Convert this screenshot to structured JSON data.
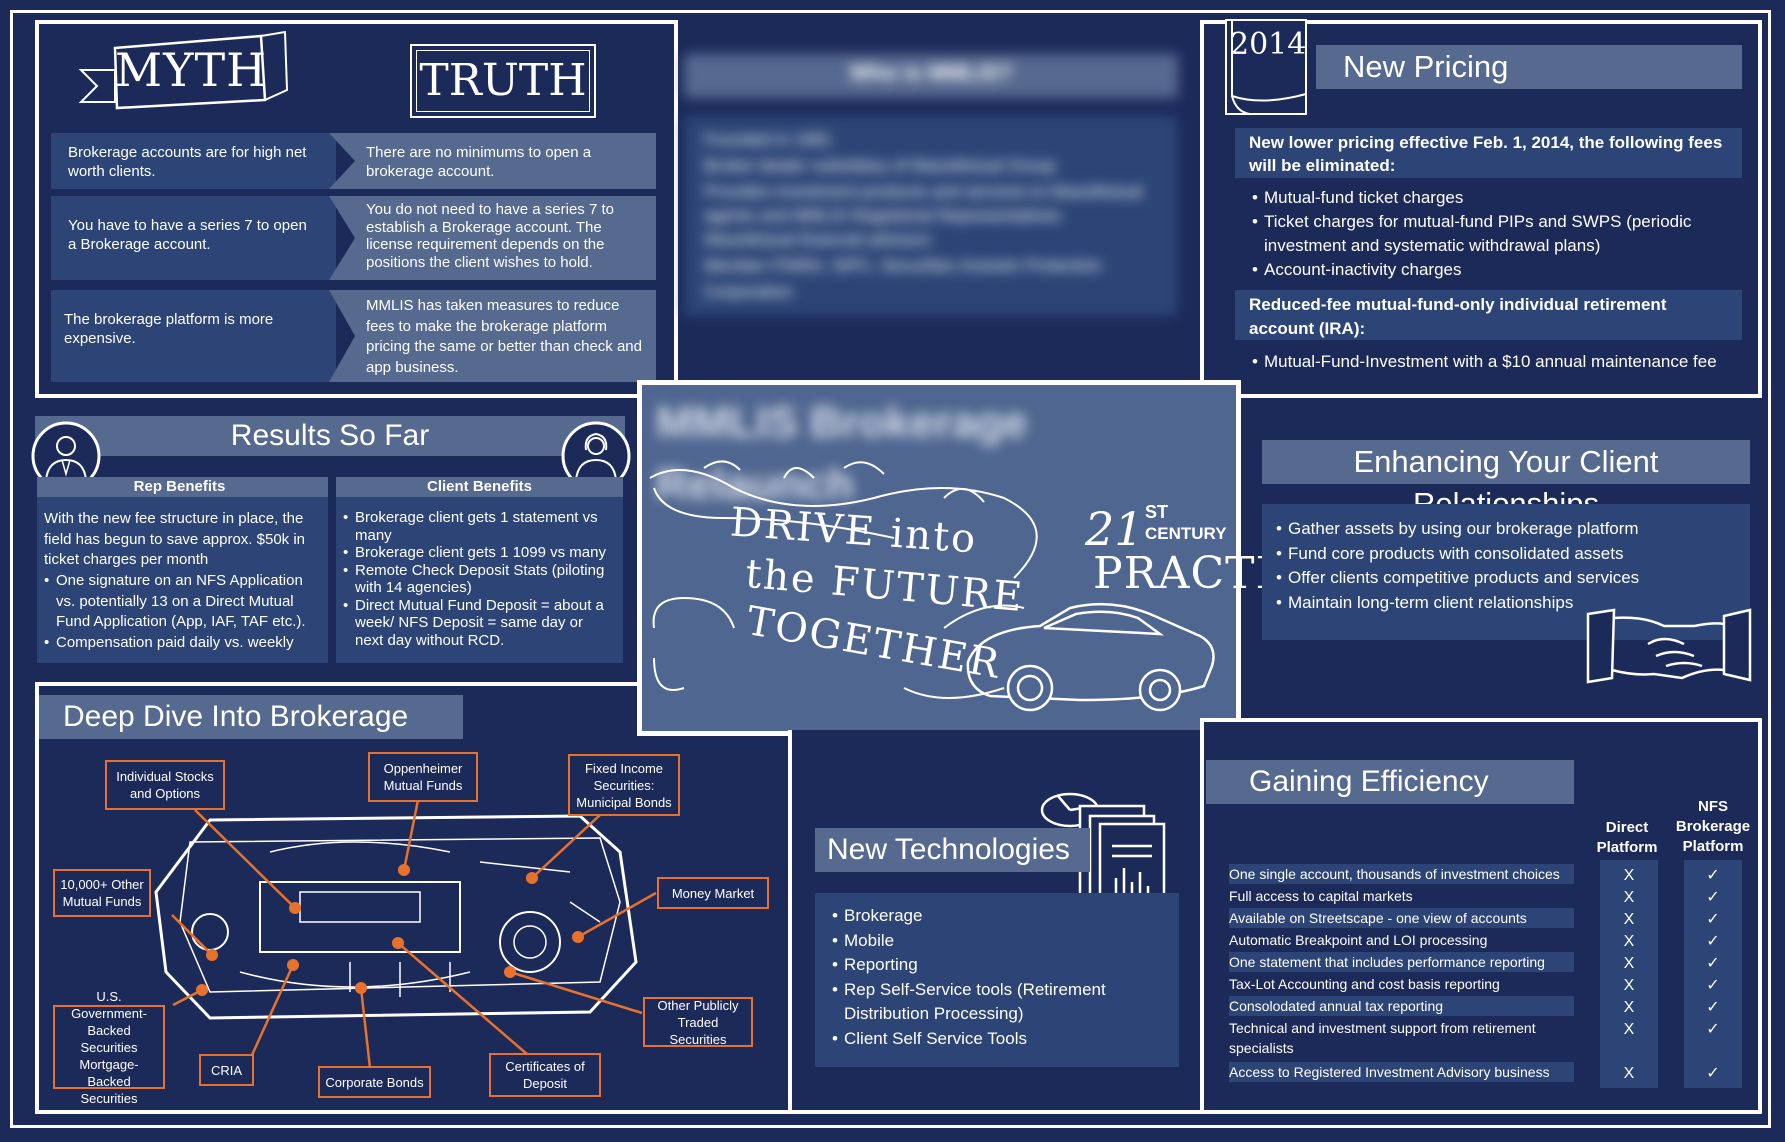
{
  "myth_truth": {
    "myth_title": "MYTH",
    "truth_title": "TRUTH",
    "rows": [
      {
        "myth": "Brokerage accounts are for high net worth clients.",
        "truth": "There are no minimums to open a brokerage account."
      },
      {
        "myth": "You have to have a series 7 to open a Brokerage account.",
        "truth": "You do not need to have a series 7 to establish a Brokerage account. The license requirement depends on the positions the client wishes to hold."
      },
      {
        "myth": "The brokerage platform is more expensive.",
        "truth": "MMLIS has taken measures to reduce fees to make the brokerage platform pricing the same or better than check and app business."
      }
    ]
  },
  "who_is_mmlis": {
    "title": "Who is MMLIS?",
    "lines": [
      "Founded in 1981",
      "Broker-dealer subsidiary of MassMutual Group",
      "Provides investment products and services to MassMutual",
      "agents and MMLIS Registered Representatives",
      "MassMutual financial advisors",
      "Member FINRA, SIPC, Securities Investor Protection",
      "Corporation"
    ]
  },
  "new_pricing": {
    "year": "2014",
    "title": "New Pricing",
    "subhead1": "New lower pricing effective Feb. 1, 2014, the following fees will be eliminated:",
    "items1": [
      "Mutual-fund ticket charges",
      "Ticket charges for mutual-fund PIPs and SWPS (periodic investment and systematic withdrawal plans)",
      "Account-inactivity charges"
    ],
    "subhead2": "Reduced-fee mutual-fund-only individual retirement account (IRA):",
    "items2": [
      "Mutual-Fund-Investment with a $10 annual maintenance fee"
    ]
  },
  "results": {
    "title": "Results So Far",
    "rep_title": "Rep Benefits",
    "rep_intro": "With the new fee structure in place, the field has begun to save approx. $50k in ticket charges per month",
    "rep_items": [
      "One signature on an NFS Application vs. potentially 13 on a Direct Mutual Fund Application (App, IAF, TAF etc.).",
      "Compensation paid daily vs. weekly"
    ],
    "client_title": "Client Benefits",
    "client_items": [
      "Brokerage client gets 1 statement vs many",
      "Brokerage client gets 1 1099 vs many",
      "Remote Check Deposit Stats (piloting with 14 agencies)",
      "Direct Mutual Fund Deposit = about a week/ NFS Deposit = same day or next day without RCD."
    ]
  },
  "center": {
    "title": "MMLIS Brokerage Relaunch",
    "slogan_1": "DRIVE into",
    "slogan_2": "the FUTURE",
    "slogan_3": "TOGETHER",
    "badge_num": "21",
    "badge_sup": "ST",
    "badge_century": "CENTURY",
    "badge_practice": "PRACTICE"
  },
  "enhancing": {
    "title": "Enhancing Your Client Relationships",
    "items": [
      "Gather assets by using our brokerage platform",
      "Fund core products with consolidated assets",
      "Offer clients competitive products and services",
      "Maintain long-term client relationships"
    ]
  },
  "deep_dive": {
    "title": "Deep Dive Into Brokerage",
    "callouts": {
      "stocks": "Individual Stocks and Options",
      "oppenheimer": "Oppenheimer Mutual Funds",
      "fixed_income": "Fixed Income Securities: Municipal Bonds",
      "other_mf": "10,000+ Other Mutual Funds",
      "money_market": "Money Market",
      "other_public": "Other Publicly Traded Securities",
      "us_gov": "U.S. Government-Backed Securities Mortgage-Backed Securities",
      "cria": "CRIA",
      "corporate": "Corporate Bonds",
      "cds": "Certificates of Deposit"
    }
  },
  "new_tech": {
    "title": "New Technologies",
    "items": [
      "Brokerage",
      "Mobile",
      "Reporting",
      "Rep Self-Service tools (Retirement Distribution Processing)",
      "Client Self Service Tools"
    ]
  },
  "gaining": {
    "title": "Gaining Efficiency",
    "col_direct": "Direct Platform",
    "col_nfs": "NFS Brokerage Platform",
    "rows": [
      {
        "label": "One single account, thousands of investment choices",
        "direct": "X",
        "nfs": "✓"
      },
      {
        "label": "Full access to capital markets",
        "direct": "X",
        "nfs": "✓"
      },
      {
        "label": "Available on Streetscape - one view of accounts",
        "direct": "X",
        "nfs": "✓"
      },
      {
        "label": "Automatic Breakpoint and LOI processing",
        "direct": "X",
        "nfs": "✓"
      },
      {
        "label": "One statement that includes performance reporting",
        "direct": "X",
        "nfs": "✓"
      },
      {
        "label": "Tax-Lot Accounting and cost basis reporting",
        "direct": "X",
        "nfs": "✓"
      },
      {
        "label": "Consolodated annual tax reporting",
        "direct": "X",
        "nfs": "✓"
      },
      {
        "label": "Technical and investment support from retirement specialists",
        "direct": "X",
        "nfs": "✓"
      },
      {
        "label": "Access to Registered Investment Advisory business",
        "direct": "X",
        "nfs": "✓"
      }
    ]
  },
  "colors": {
    "navy": "#1c2a5a",
    "box": "#2c4576",
    "bar": "#56698f",
    "accent": "#e8722c",
    "center": "#4f6690"
  }
}
